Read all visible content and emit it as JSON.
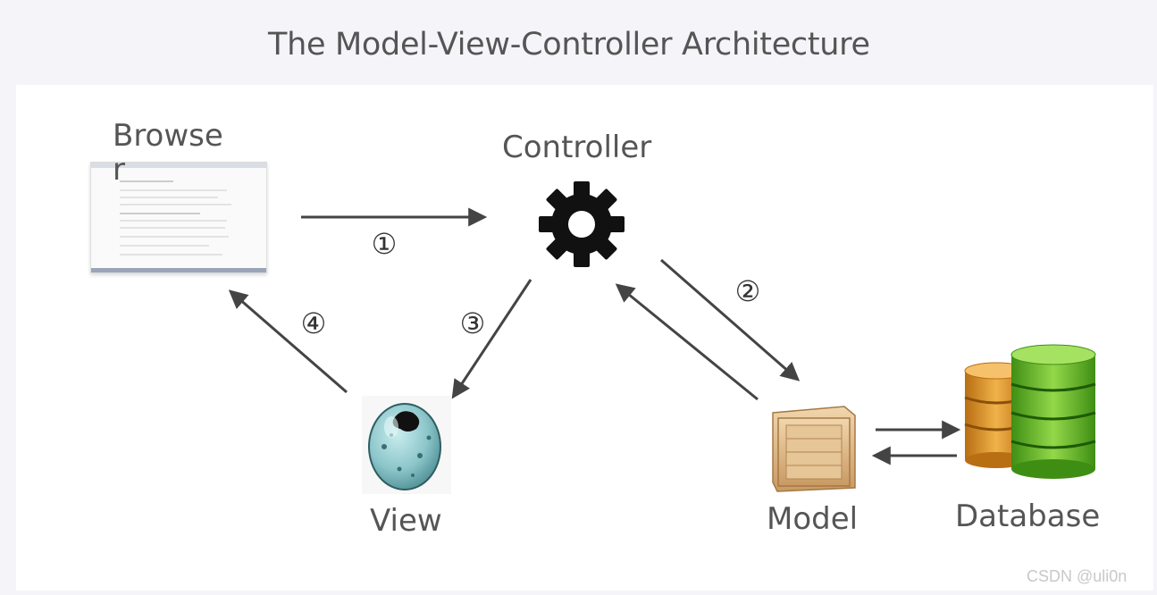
{
  "title": "The Model-View-Controller Architecture",
  "nodes": {
    "browser": "Browse\nr",
    "controller": "Controller",
    "view": "View",
    "model": "Model",
    "database": "Database"
  },
  "steps": [
    "①",
    "②",
    "③",
    "④"
  ],
  "watermark": "CSDN @uli0n",
  "icons": {
    "browser": "browser-screenshot-icon",
    "controller": "gear-icon",
    "view": "egg-icon",
    "model": "crate-icon",
    "database": "database-cylinders-icon"
  },
  "colors": {
    "arrow": "#444444",
    "db_orange": "#d9962a",
    "db_green": "#6fbf2a",
    "crate": "#d8b48a",
    "egg": "#8fc9cc"
  }
}
